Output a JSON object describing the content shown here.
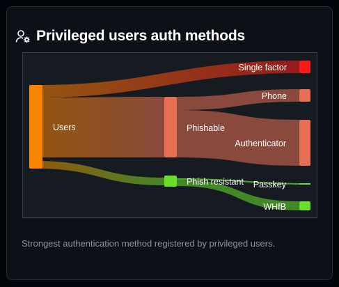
{
  "card": {
    "title": "Privileged users auth methods",
    "title_icon": "user-gear-icon",
    "caption": "Strongest authentication method registered by privileged users."
  },
  "chart_data": {
    "type": "sankey",
    "title": "",
    "nodes": [
      {
        "id": "users",
        "label": "Users",
        "color": "#fb8500"
      },
      {
        "id": "phishable",
        "label": "Phishable",
        "color": "#e76f51"
      },
      {
        "id": "phish_resistant",
        "label": "Phish resistant",
        "color": "#6adf2a"
      },
      {
        "id": "single_factor",
        "label": "Single factor",
        "color": "#ff1a1a"
      },
      {
        "id": "phone",
        "label": "Phone",
        "color": "#e76f51"
      },
      {
        "id": "authenticator",
        "label": "Authenticator",
        "color": "#e76f51"
      },
      {
        "id": "passkey",
        "label": "Passkey",
        "color": "#6adf2a"
      },
      {
        "id": "whfb",
        "label": "WHfB",
        "color": "#6adf2a"
      }
    ],
    "links": [
      {
        "source": "users",
        "target": "single_factor",
        "value": 2
      },
      {
        "source": "users",
        "target": "phishable",
        "value": 8
      },
      {
        "source": "users",
        "target": "phish_resistant",
        "value": 1.5
      },
      {
        "source": "phishable",
        "target": "phone",
        "value": 2
      },
      {
        "source": "phishable",
        "target": "authenticator",
        "value": 6
      },
      {
        "source": "phish_resistant",
        "target": "passkey",
        "value": 0.2
      },
      {
        "source": "phish_resistant",
        "target": "whfb",
        "value": 1.3
      }
    ]
  }
}
